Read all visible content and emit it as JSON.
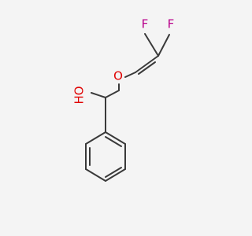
{
  "molecule": {
    "atoms": {
      "f1": {
        "symbol": "F",
        "color": "#b8008a"
      },
      "f2": {
        "symbol": "F",
        "color": "#b8008a"
      },
      "o_ether": {
        "symbol": "O",
        "color": "#e00000"
      },
      "o_hydroxyl": {
        "symbol": "HO",
        "color": "#e00000"
      }
    },
    "bond_color": "#3a3a3a"
  }
}
